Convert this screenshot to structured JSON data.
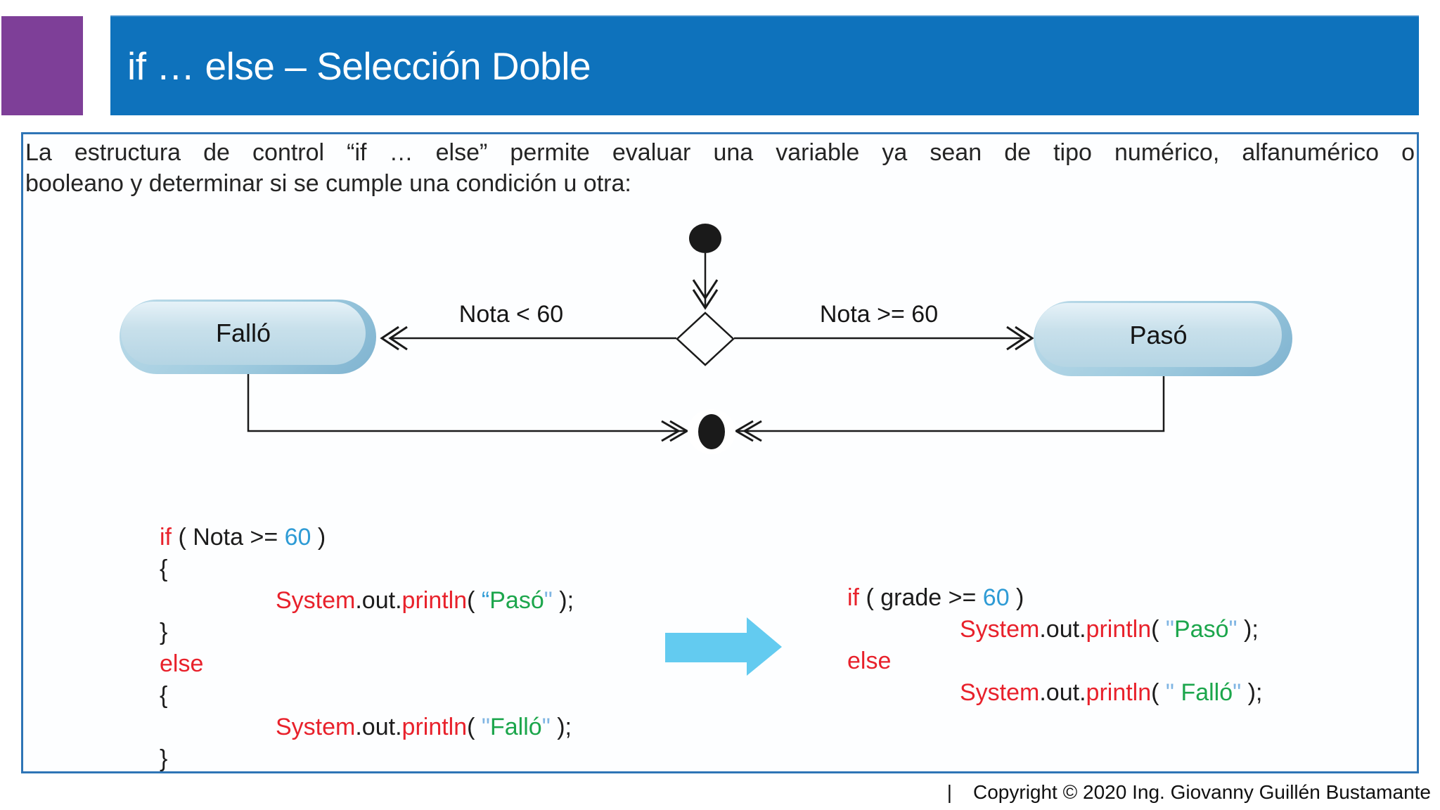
{
  "colors": {
    "accent_purple": "#7E3F98",
    "header_blue": "#0E72BC",
    "box_border": "#2E75B6",
    "code_red": "#E8212B",
    "code_blue": "#2E9BD5",
    "code_green": "#1CA64C",
    "code_quote_light": "#7FB5E3",
    "arrow_blue": "#63CBF0",
    "pill_rim": "#7FB3D0"
  },
  "header": {
    "title": "if … else – Selección Doble"
  },
  "intro": {
    "line1": "La estructura de control “if … else” permite evaluar una variable ya sean de tipo numérico, alfanumérico o",
    "line2": "booleano y determinar si se cumple una condición u otra:"
  },
  "flowchart": {
    "branch_left_label": "Nota < 60",
    "branch_right_label": "Nota >= 60",
    "left_state": "Falló",
    "right_state": "Pasó"
  },
  "code_left": {
    "lines": [
      {
        "indent": false,
        "segs": [
          {
            "t": "if",
            "c": "kw"
          },
          {
            "t": " ( Nota >= ",
            "c": "pl"
          },
          {
            "t": "60",
            "c": "num"
          },
          {
            "t": " )",
            "c": "pl"
          }
        ]
      },
      {
        "indent": false,
        "segs": [
          {
            "t": "{",
            "c": "pl"
          }
        ]
      },
      {
        "indent": true,
        "segs": [
          {
            "t": "System",
            "c": "kw"
          },
          {
            "t": ".out.",
            "c": "pl"
          },
          {
            "t": "println",
            "c": "kw"
          },
          {
            "t": "( ",
            "c": "pl"
          },
          {
            "t": "“",
            "c": "qd"
          },
          {
            "t": "Pasó",
            "c": "str"
          },
          {
            "t": "\"",
            "c": "q"
          },
          {
            "t": " );",
            "c": "pl"
          }
        ]
      },
      {
        "indent": false,
        "segs": [
          {
            "t": "}",
            "c": "pl"
          }
        ]
      },
      {
        "indent": false,
        "segs": [
          {
            "t": "else",
            "c": "kw"
          }
        ]
      },
      {
        "indent": false,
        "segs": [
          {
            "t": "{",
            "c": "pl"
          }
        ]
      },
      {
        "indent": true,
        "segs": [
          {
            "t": "System",
            "c": "kw"
          },
          {
            "t": ".out.",
            "c": "pl"
          },
          {
            "t": "println",
            "c": "kw"
          },
          {
            "t": "( ",
            "c": "pl"
          },
          {
            "t": "\"",
            "c": "q"
          },
          {
            "t": "Falló",
            "c": "str"
          },
          {
            "t": "\"",
            "c": "q"
          },
          {
            "t": " );",
            "c": "pl"
          }
        ]
      },
      {
        "indent": false,
        "segs": [
          {
            "t": "}",
            "c": "pl"
          }
        ]
      }
    ]
  },
  "code_right": {
    "lines": [
      {
        "indent": false,
        "segs": [
          {
            "t": "if",
            "c": "kw"
          },
          {
            "t": " ( grade >= ",
            "c": "pl"
          },
          {
            "t": "60",
            "c": "num"
          },
          {
            "t": " )",
            "c": "pl"
          }
        ]
      },
      {
        "indent": true,
        "segs": [
          {
            "t": "System",
            "c": "kw"
          },
          {
            "t": ".out.",
            "c": "pl"
          },
          {
            "t": "println",
            "c": "kw"
          },
          {
            "t": "( ",
            "c": "pl"
          },
          {
            "t": "\"",
            "c": "q"
          },
          {
            "t": "Pasó",
            "c": "str"
          },
          {
            "t": "\"",
            "c": "q"
          },
          {
            "t": " );",
            "c": "pl"
          }
        ]
      },
      {
        "indent": false,
        "segs": [
          {
            "t": "else",
            "c": "kw"
          }
        ]
      },
      {
        "indent": true,
        "segs": [
          {
            "t": "System",
            "c": "kw"
          },
          {
            "t": ".out.",
            "c": "pl"
          },
          {
            "t": "println",
            "c": "kw"
          },
          {
            "t": "( ",
            "c": "pl"
          },
          {
            "t": "\"",
            "c": "q"
          },
          {
            "t": " ",
            "c": "pl"
          },
          {
            "t": "Falló",
            "c": "str"
          },
          {
            "t": "\"",
            "c": "q"
          },
          {
            "t": " );",
            "c": "pl"
          }
        ]
      }
    ]
  },
  "footer": {
    "separator": "|",
    "copyright": "Copyright © 2020 Ing. Giovanny Guillén Bustamante"
  }
}
